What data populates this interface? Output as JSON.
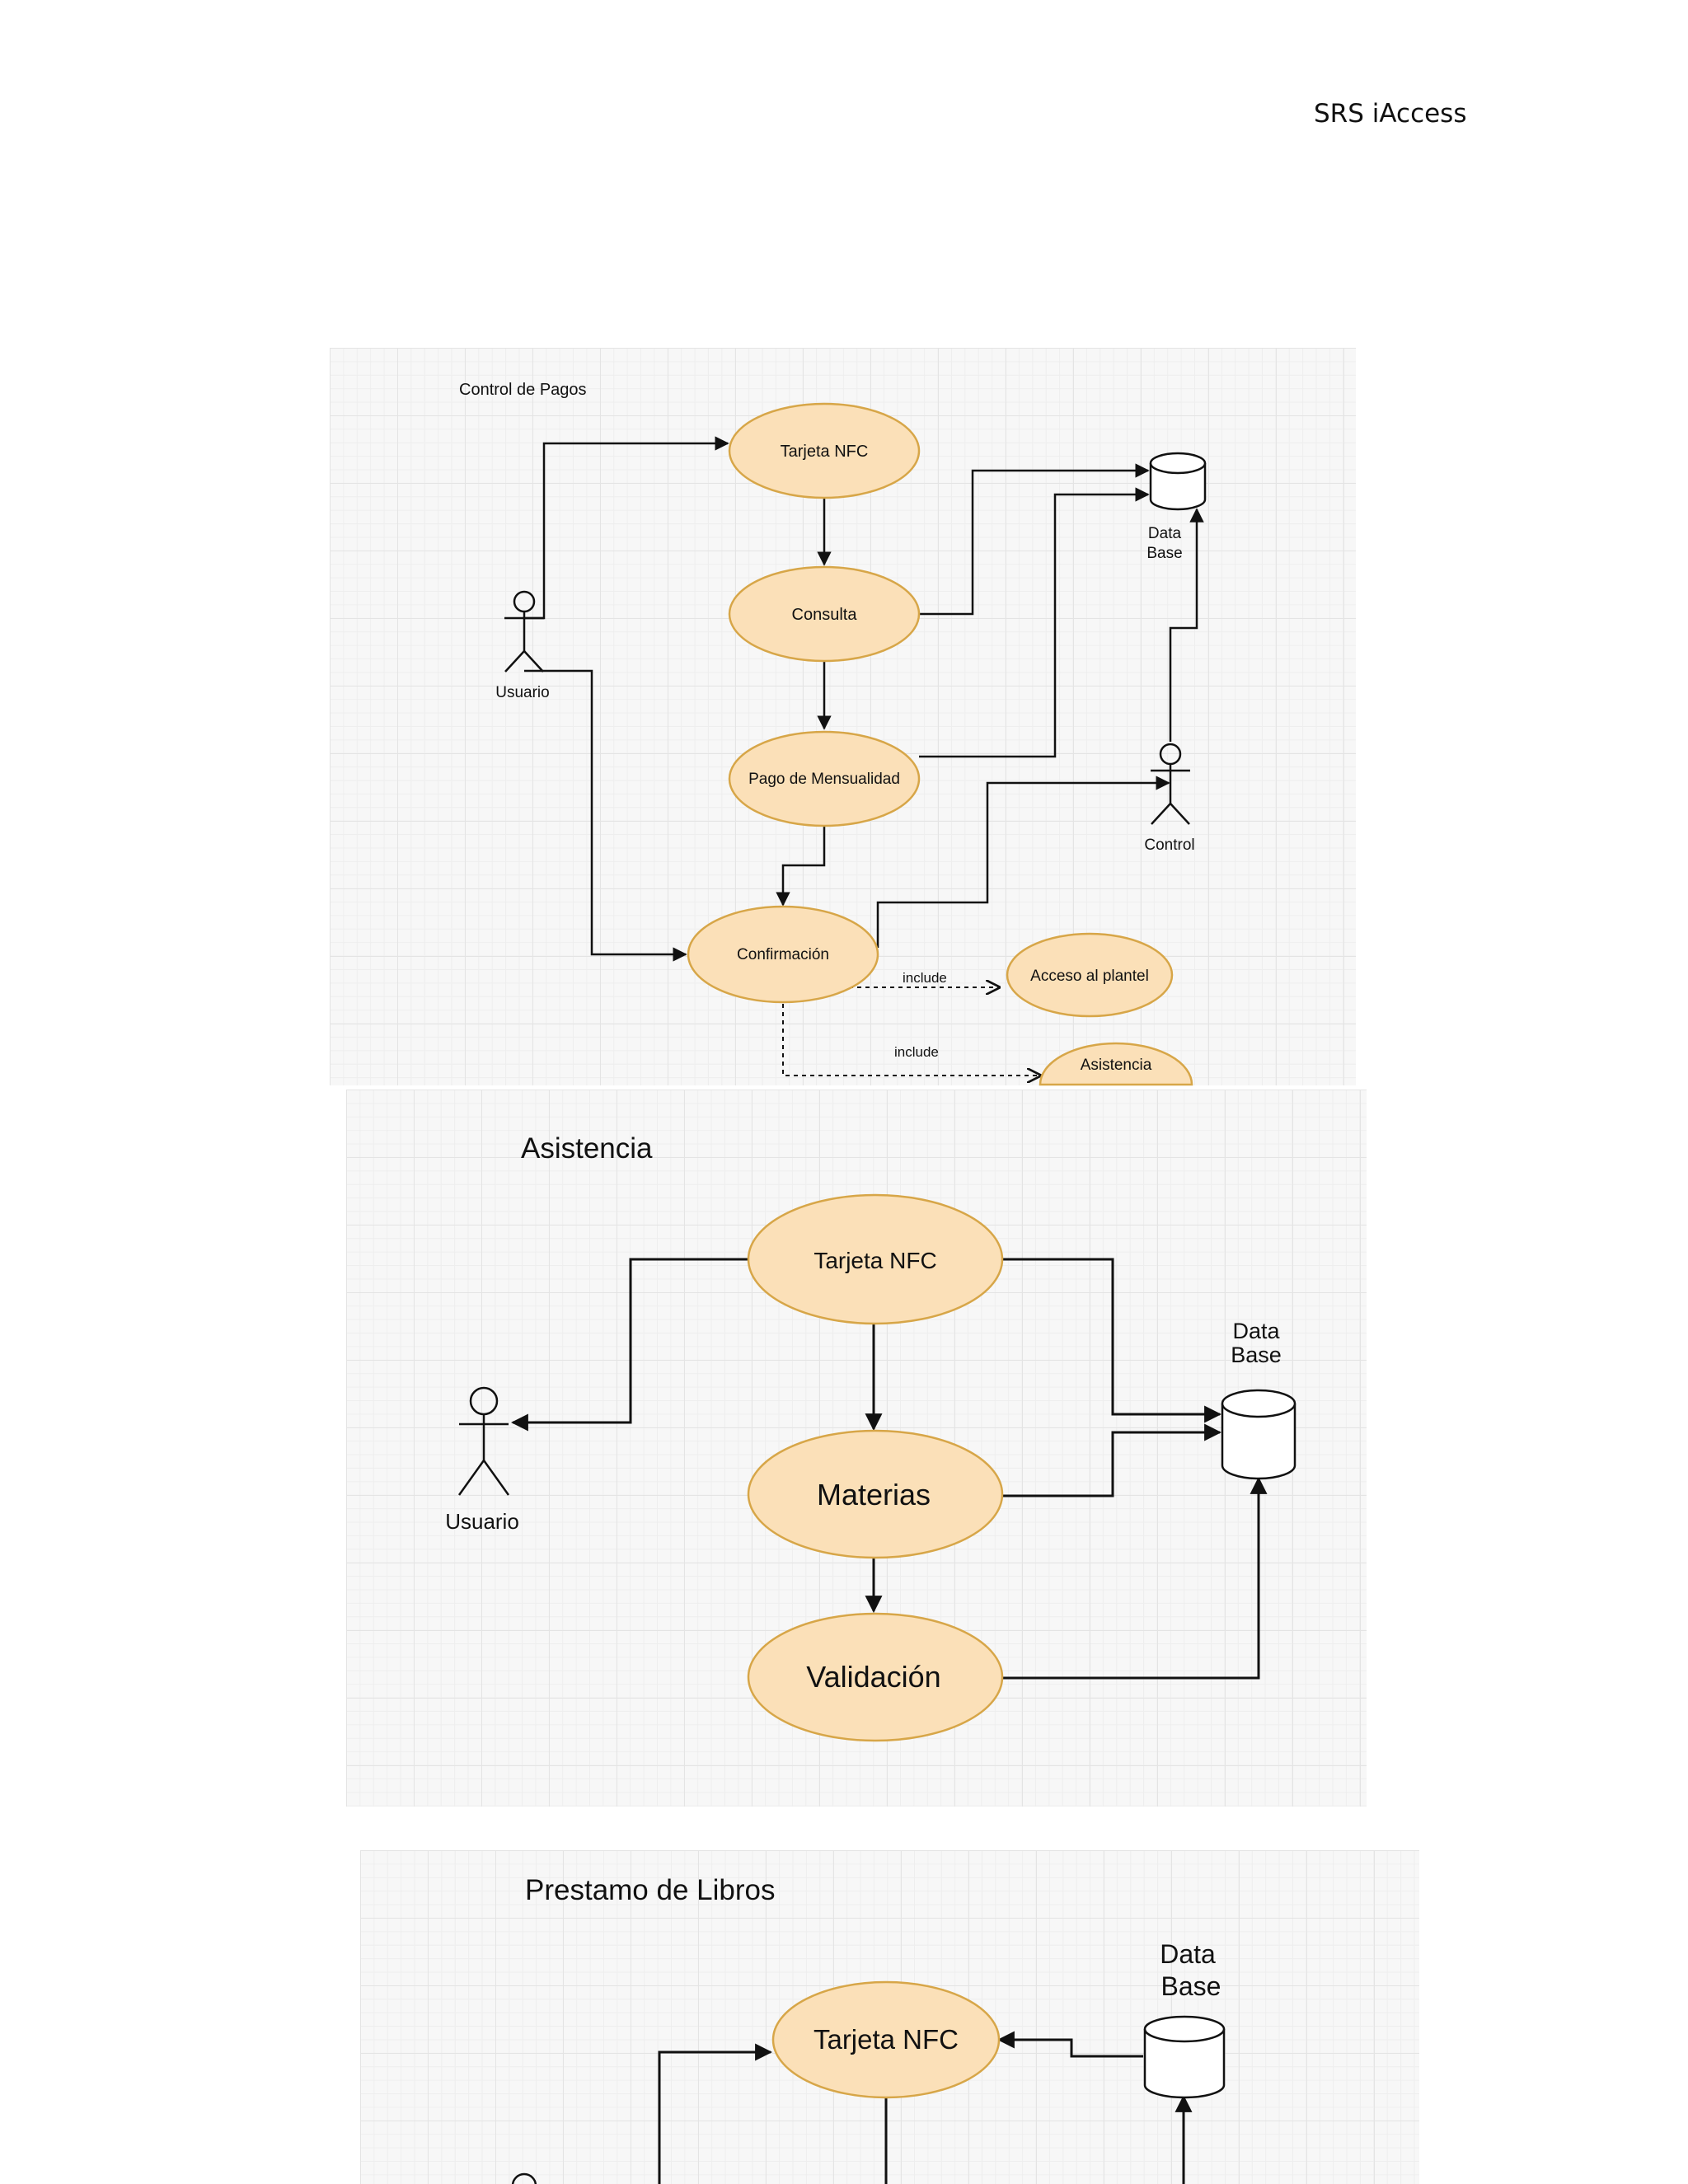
{
  "header": {
    "title": "SRS iAccess"
  },
  "diagram1": {
    "title": "Control de Pagos",
    "actors": {
      "usuario": "Usuario",
      "control": "Control"
    },
    "database": {
      "line1": "Data",
      "line2": "Base"
    },
    "use_cases": {
      "tarjeta": "Tarjeta NFC",
      "consulta": "Consulta",
      "pago": "Pago de Mensualidad",
      "confirmacion": "Confirmación",
      "acceso": "Acceso al plantel",
      "asistencia": "Asistencia"
    },
    "relations": {
      "include1": "include",
      "include2": "include"
    }
  },
  "diagram2": {
    "title": "Asistencia",
    "actors": {
      "usuario": "Usuario"
    },
    "database": {
      "line1": "Data",
      "line2": "Base"
    },
    "use_cases": {
      "tarjeta": "Tarjeta NFC",
      "materias": "Materias",
      "validacion": "Validación"
    }
  },
  "diagram3": {
    "title": "Prestamo de Libros",
    "database": {
      "line1": "Data",
      "line2": "Base"
    },
    "use_cases": {
      "tarjeta": "Tarjeta NFC"
    }
  }
}
